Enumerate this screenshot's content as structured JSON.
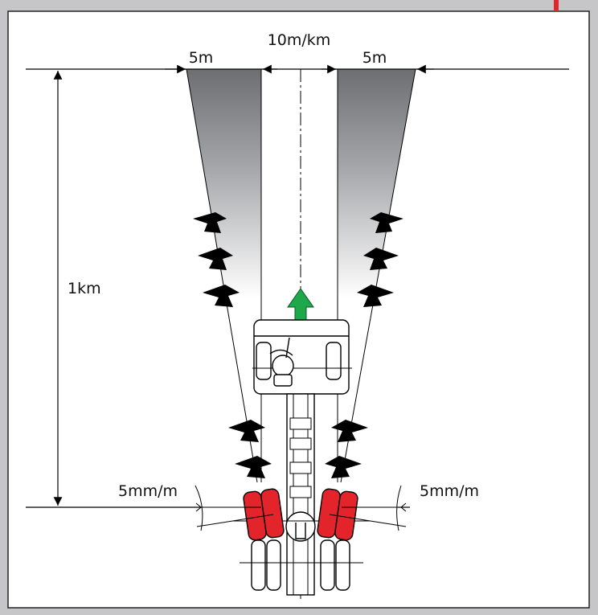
{
  "labels": {
    "track_spacing": "10m/km",
    "left_width": "5m",
    "right_width": "5m",
    "length": "1km",
    "left_toe": "5mm/m",
    "right_toe": "5mm/m"
  },
  "colors": {
    "frame_gray": "#c6c6c8",
    "wheel_red": "#e3242b",
    "arrow_green": "#1ea84a",
    "corner_red": "#e3242b"
  }
}
